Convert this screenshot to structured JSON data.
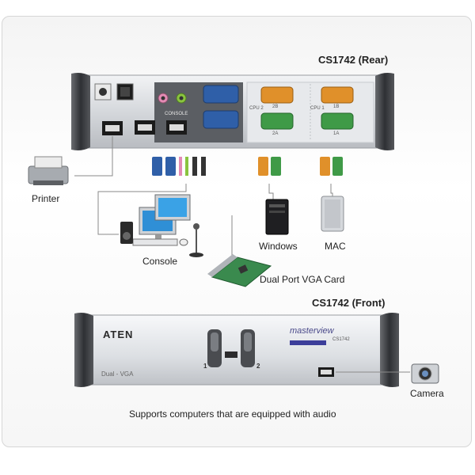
{
  "rear_title": "CS1742 (Rear)",
  "front_title": "CS1742 (Front)",
  "labels": {
    "printer": "Printer",
    "console": "Console",
    "windows": "Windows",
    "mac": "MAC",
    "vga_card": "Dual Port VGA Card",
    "camera": "Camera"
  },
  "rear_ports": {
    "console_text": "CONSOLE",
    "cpu1": "CPU 1",
    "cpu2": "CPU 2",
    "p1b": "1B",
    "p2b": "2B",
    "p1a": "1A",
    "p2a": "2A"
  },
  "front_panel": {
    "brand": "ATEN",
    "product_line": "masterview",
    "model": "CS1742",
    "subtitle": "Dual - VGA",
    "btn1": "1",
    "btn2": "2"
  },
  "caption": "Supports computers that are equipped with audio",
  "colors": {
    "device_body": "#d9dce0",
    "end_cap": "#4a4c50",
    "vga_blue": "#2f5fa8",
    "serial_orange": "#e0902a",
    "serial_green": "#3f9a47",
    "cable": "#8a8a8a"
  }
}
